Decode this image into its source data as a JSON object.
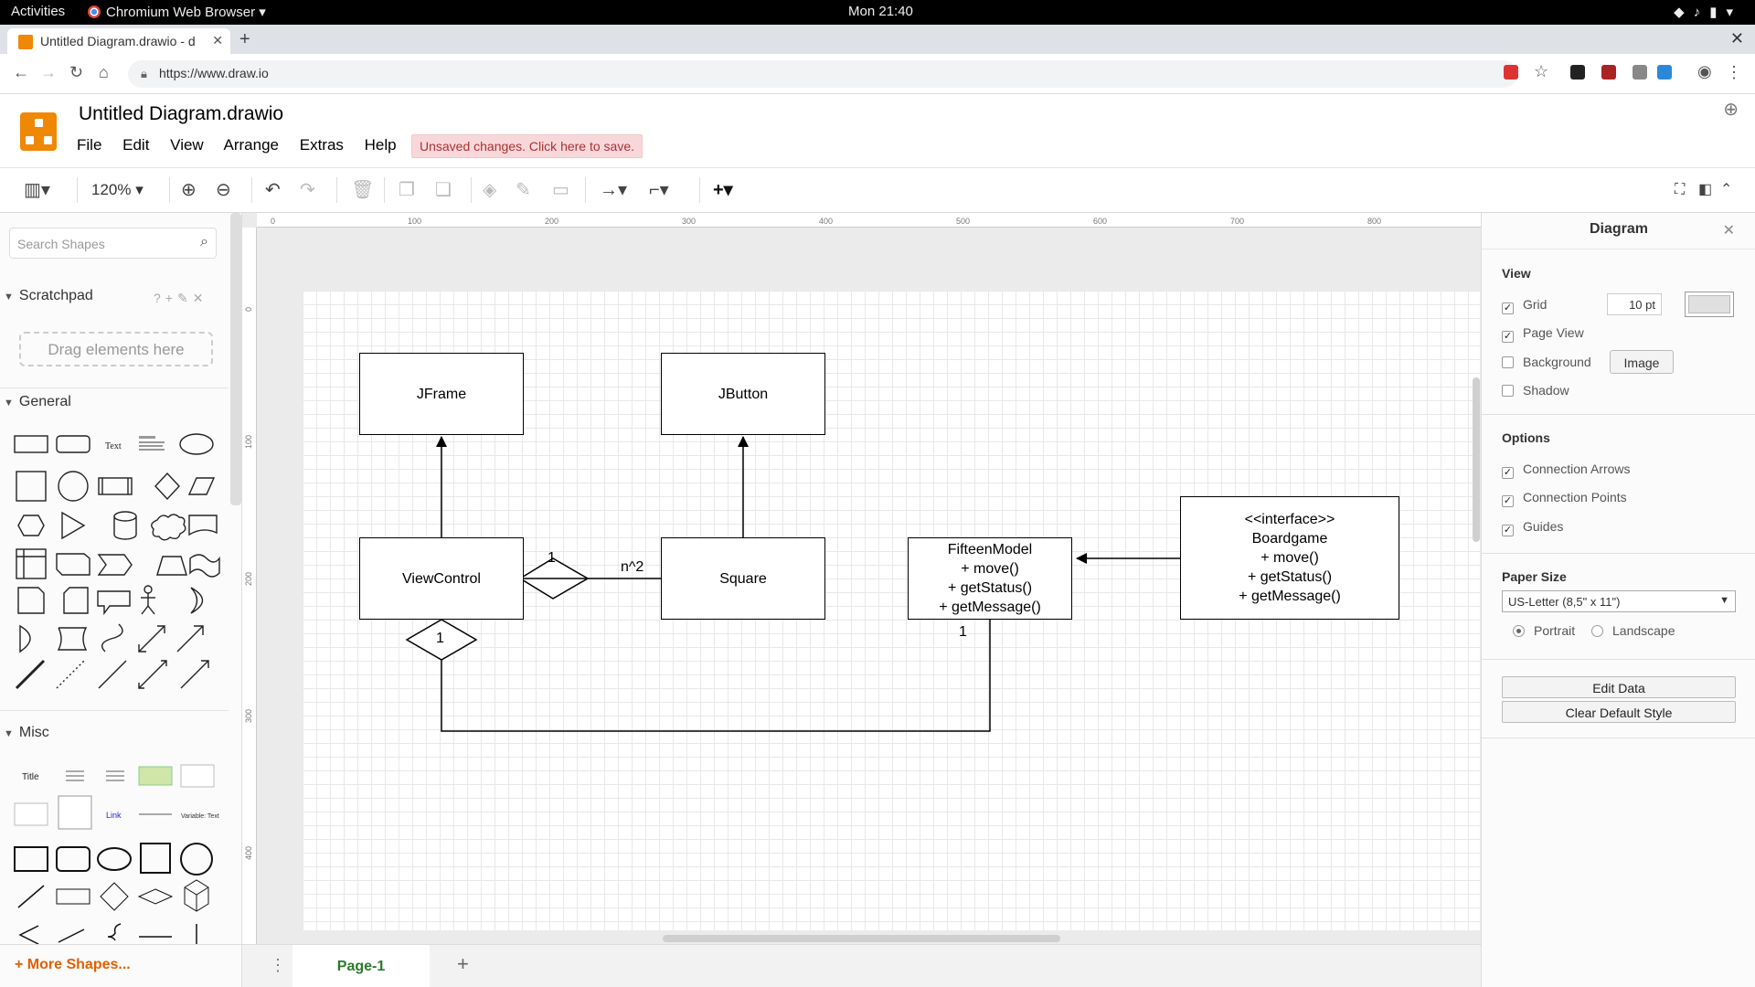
{
  "system": {
    "activities": "Activities",
    "app_name": "Chromium Web Browser",
    "clock": "Mon 21:40"
  },
  "browser": {
    "tab_title": "Untitled Diagram.drawio - d",
    "url": "https://www.draw.io"
  },
  "app": {
    "doc_title": "Untitled Diagram.drawio",
    "menus": [
      "File",
      "Edit",
      "View",
      "Arrange",
      "Extras",
      "Help"
    ],
    "unsaved_notice": "Unsaved changes. Click here to save.",
    "zoom": "120%"
  },
  "sidebar": {
    "search_placeholder": "Search Shapes",
    "scratchpad": "Scratchpad",
    "drag_hint": "Drag elements here",
    "general": "General",
    "misc": "Misc",
    "more_shapes": "More Shapes...",
    "text_shape": "Text",
    "title_shape": "Title"
  },
  "ruler": {
    "top": [
      "0",
      "100",
      "200",
      "300",
      "400",
      "500",
      "600",
      "700",
      "800"
    ],
    "left": [
      "0",
      "100",
      "200",
      "300",
      "400"
    ]
  },
  "diagram": {
    "jframe": "JFrame",
    "jbutton": "JButton",
    "viewcontrol": "ViewControl",
    "square": "Square",
    "fifteenmodel": "FifteenModel\n+ move()\n+ getStatus()\n+ getMessage()",
    "boardgame": "<<interface>>\nBoardgame\n+ move()\n+ getStatus()\n+ getMessage()",
    "diamond_top_label": "1",
    "diamond_bottom_label": "1",
    "mult_n2": "n^2",
    "mult_1": "1"
  },
  "pages": {
    "page1": "Page-1"
  },
  "format_panel": {
    "title": "Diagram",
    "view_heading": "View",
    "grid": "Grid",
    "grid_size": "10 pt",
    "page_view": "Page View",
    "background": "Background",
    "image_button": "Image",
    "shadow": "Shadow",
    "options_heading": "Options",
    "connection_arrows": "Connection Arrows",
    "connection_points": "Connection Points",
    "guides": "Guides",
    "paper_heading": "Paper Size",
    "paper_value": "US-Letter (8,5\" x 11\")",
    "portrait": "Portrait",
    "landscape": "Landscape",
    "edit_data": "Edit Data",
    "clear_style": "Clear Default Style"
  },
  "colors": {
    "accent": "#f08705",
    "unsaved_bg": "#f8d7da",
    "page_tab_text": "#2a7a2a",
    "more_shapes": "#e06000"
  }
}
